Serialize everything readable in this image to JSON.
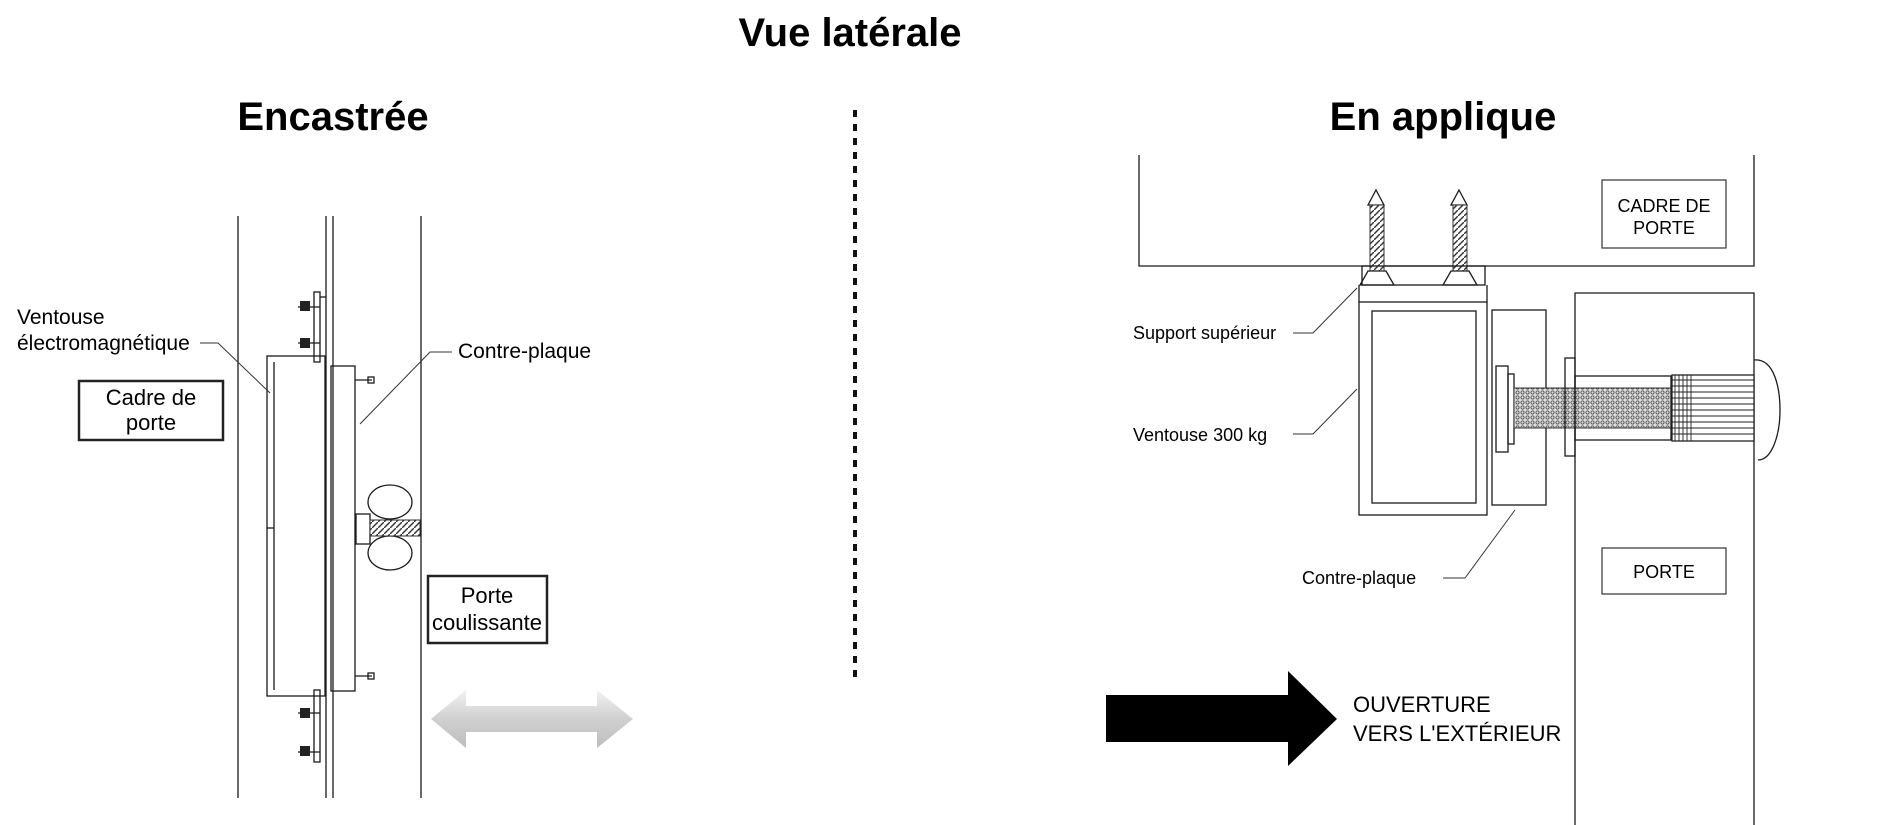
{
  "titles": {
    "main": "Vue latérale",
    "left": "Encastrée",
    "right": "En applique"
  },
  "left_diagram": {
    "label_ventouse_line1": "Ventouse",
    "label_ventouse_line2": "électromagnétique",
    "label_contre_plaque": "Contre-plaque",
    "box_cadre_line1": "Cadre de",
    "box_cadre_line2": "porte",
    "box_porte_line1": "Porte",
    "box_porte_line2": "coulissante",
    "arrow_icon": "double-arrow-horizontal-icon"
  },
  "right_diagram": {
    "label_support": "Support supérieur",
    "label_ventouse": "Ventouse 300 kg",
    "label_contre_plaque": "Contre-plaque",
    "box_cadre_line1": "CADRE DE",
    "box_cadre_line2": "PORTE",
    "box_porte": "PORTE",
    "opening_line1": "OUVERTURE",
    "opening_line2": "VERS L'EXTÉRIEUR",
    "arrow_icon": "arrow-right-icon"
  },
  "colors": {
    "ink": "#1a1a1a",
    "arrow_black": "#000000",
    "arrow_gray": "#d4d4d4"
  }
}
